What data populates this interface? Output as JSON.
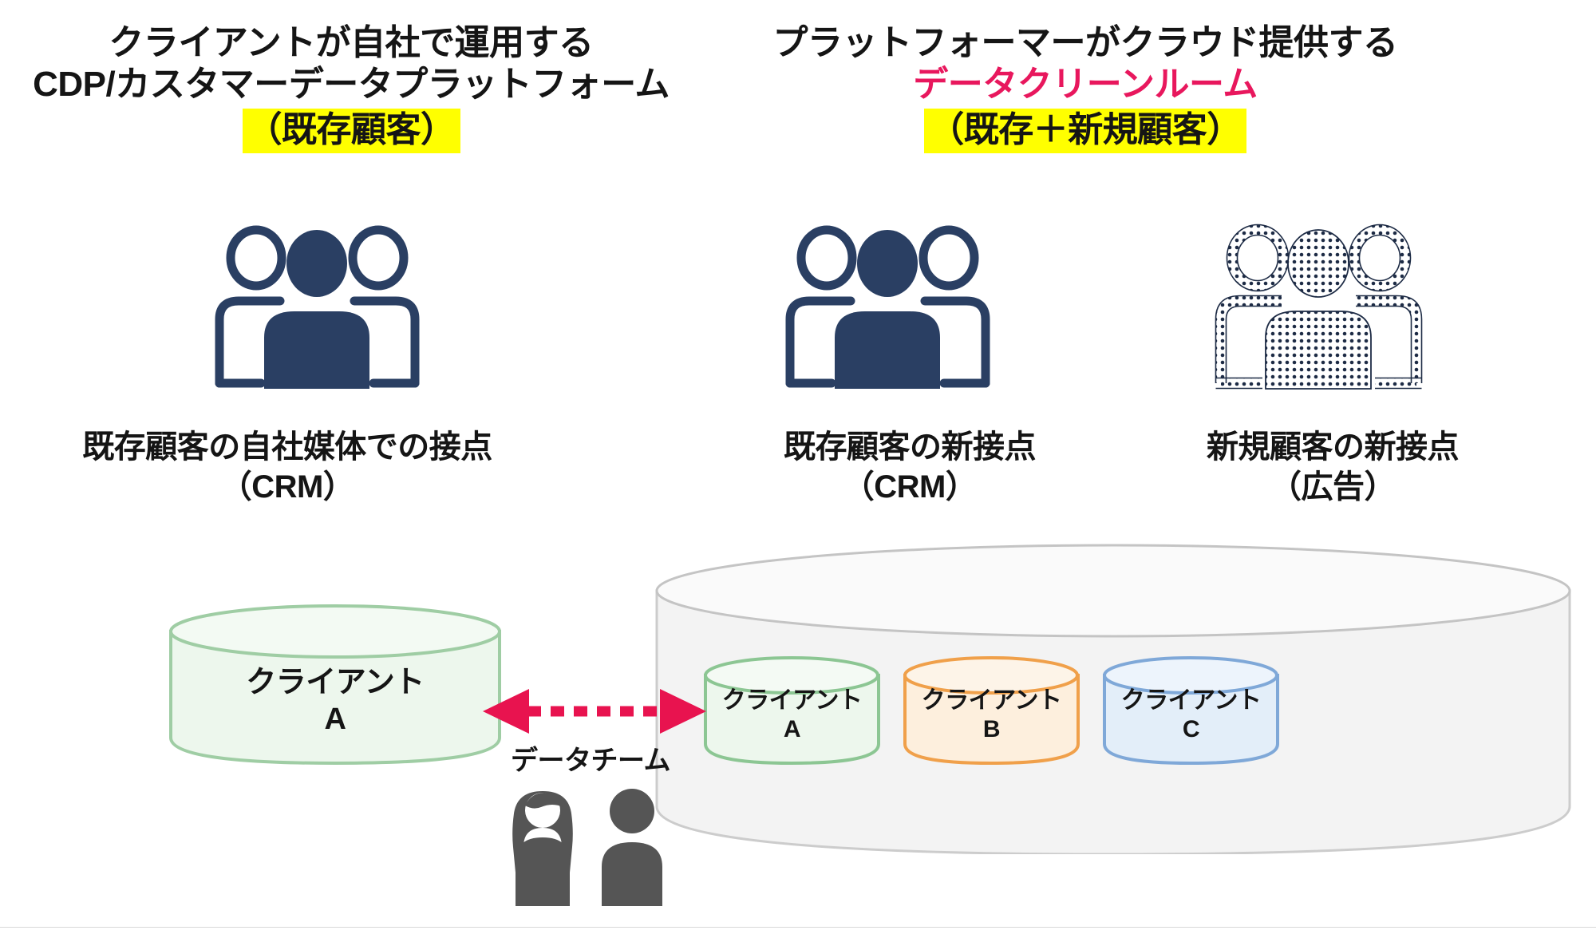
{
  "titles": {
    "left": {
      "line1": "クライアントが自社で運用する",
      "line2": "CDP/カスタマーデータプラットフォーム",
      "highlight": "（既存顧客）"
    },
    "right": {
      "line1": "プラットフォーマーがクラウド提供する",
      "line2": "データクリーンルーム",
      "highlight": "（既存＋新規顧客）"
    }
  },
  "segments": [
    {
      "icon": "people-group-solid-icon",
      "label_line1": "既存顧客の自社媒体での接点",
      "label_line2": "（CRM）"
    },
    {
      "icon": "people-group-solid-icon",
      "label_line1": "既存顧客の新接点",
      "label_line2": "（CRM）"
    },
    {
      "icon": "people-group-dotted-icon",
      "label_line1": "新規顧客の新接点",
      "label_line2": "（広告）"
    }
  ],
  "cylinders": {
    "client_a_large": {
      "line1": "クライアント",
      "line2": "A"
    },
    "clean_room_children": [
      {
        "line1": "クライアント",
        "line2": "A"
      },
      {
        "line1": "クライアント",
        "line2": "B"
      },
      {
        "line1": "クライアント",
        "line2": "C"
      }
    ]
  },
  "connector": {
    "label": "データチーム",
    "style": "bidirectional-dashed-arrow"
  },
  "colors": {
    "highlight_yellow": "#ffff00",
    "accent_pink": "#e8175d",
    "icon_navy": "#2a3f63",
    "arrow_crimson": "#e8134f",
    "cyl_green_stroke": "#86c28c",
    "cyl_green_fill": "#eaf6ea",
    "cyl_orange_stroke": "#f0a04a",
    "cyl_orange_fill": "#fdefdd",
    "cyl_blue_stroke": "#7fa8d8",
    "cyl_blue_fill": "#e3eef9",
    "cyl_gray_stroke": "#c9c9c9",
    "cyl_gray_fill": "#f3f3f3",
    "people_gray": "#555555",
    "text_black": "#151515"
  }
}
